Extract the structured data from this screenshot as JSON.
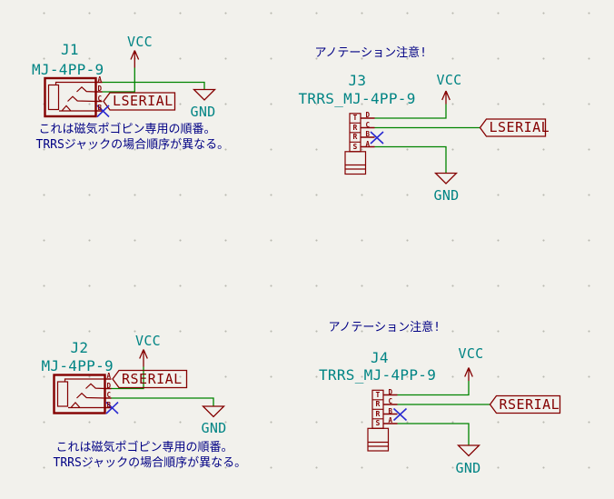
{
  "editor": {
    "background_color": "#f2f1ec",
    "grid_dot_color": "#b9b9b1"
  },
  "colors": {
    "wire": "#008400",
    "symbol_outline": "#840000",
    "field_text": "#008484",
    "note_text": "#000084",
    "no_connect": "#2a2ad0"
  },
  "symbols": {
    "j1": {
      "reference": "J1",
      "value": "MJ-4PP-9",
      "pins": [
        "A",
        "D",
        "C",
        "B"
      ]
    },
    "j2": {
      "reference": "J2",
      "value": "MJ-4PP-9",
      "pins": [
        "A",
        "D",
        "C",
        "B"
      ]
    },
    "j3": {
      "reference": "J3",
      "value": "TRRS_MJ-4PP-9",
      "pins": [
        "D",
        "C",
        "B",
        "A"
      ],
      "contacts": [
        "T",
        "R",
        "R",
        "S"
      ]
    },
    "j4": {
      "reference": "J4",
      "value": "TRRS_MJ-4PP-9",
      "pins": [
        "D",
        "C",
        "B",
        "A"
      ],
      "contacts": [
        "T",
        "R",
        "R",
        "S"
      ]
    }
  },
  "power": {
    "vcc": "VCC",
    "gnd": "GND"
  },
  "net_labels": {
    "left": "LSERIAL",
    "right": "RSERIAL"
  },
  "notes": {
    "pogo_order_line1": "これは磁気ポゴピン専用の順番。",
    "pogo_order_line2": "TRRSジャックの場合順序が異なる。",
    "annotation_warning": "アノテーション注意!"
  }
}
